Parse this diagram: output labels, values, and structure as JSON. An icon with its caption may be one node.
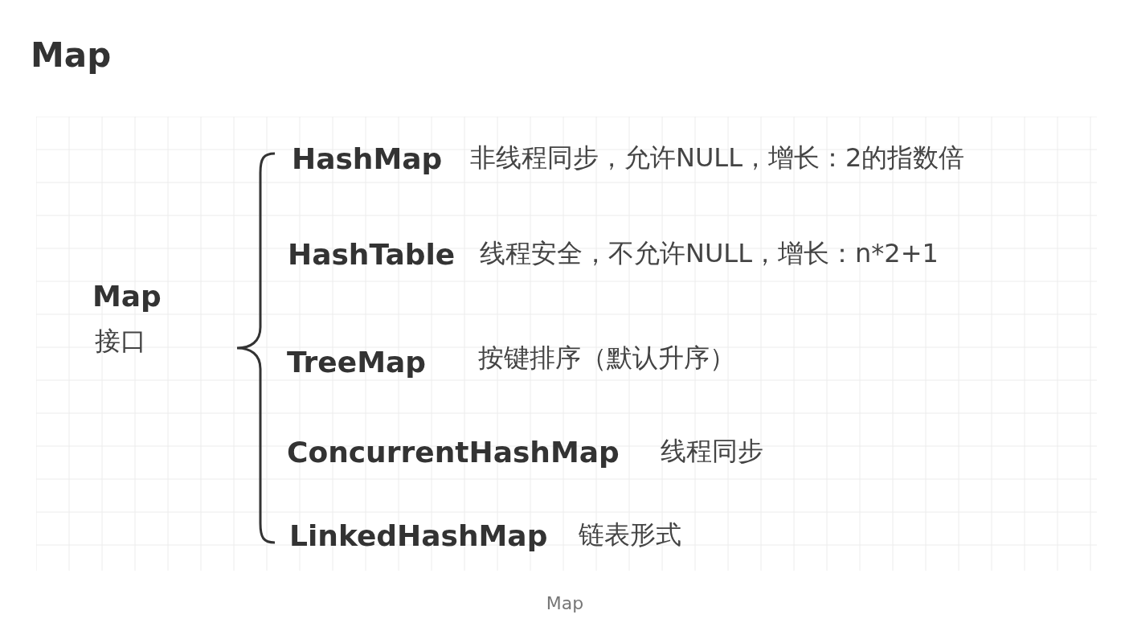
{
  "diagram": {
    "title": "Map",
    "caption": "Map",
    "labels": [
      "Map",
      "接口",
      "HashMap",
      "非线程同步，允许NULL，增长：2的指数倍",
      "HashTable",
      "线程安全，不允许NULL，增长：n*2+1",
      "TreeMap",
      "按键排序（默认升序）",
      "ConcurrentHashMap",
      "线程同步",
      "LinkedHashMap",
      "链表形式"
    ]
  }
}
